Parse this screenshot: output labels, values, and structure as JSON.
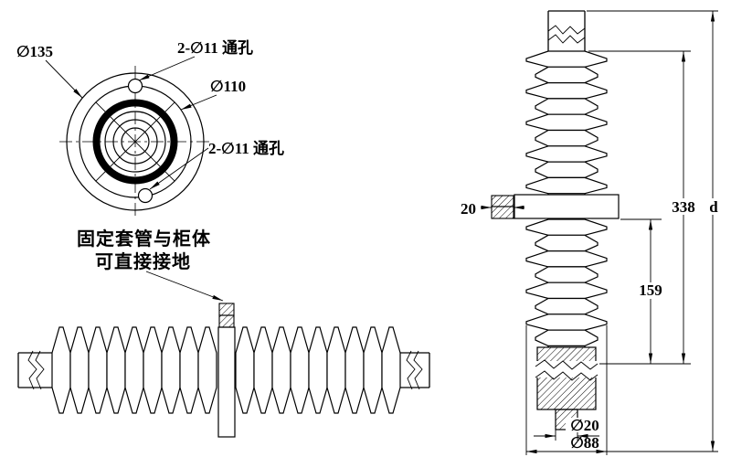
{
  "top_view": {
    "dia_outer": "∅135",
    "holes_label_top": "2-∅11 通孔",
    "dia_bolt_circle": "∅110",
    "holes_label_side": "2-∅11 通孔"
  },
  "note": {
    "line1": "固定套管与柜体",
    "line2": "可直接接地"
  },
  "dims": {
    "clamp_width": "20",
    "len_338": "338",
    "len_total": "d",
    "len_159": "159",
    "dia_rod": "∅20",
    "dia_shed": "∅88"
  }
}
